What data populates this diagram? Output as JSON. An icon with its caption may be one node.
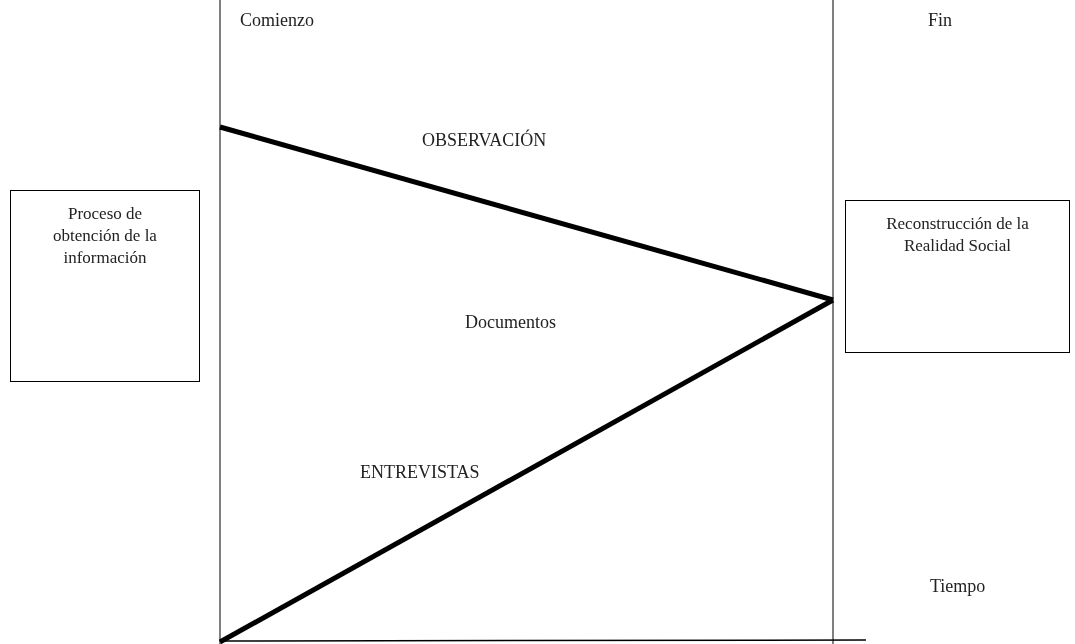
{
  "diagram": {
    "nodes": [
      {
        "text": [
          "Proceso de obtención de la información"
        ]
      },
      {
        "text": [
          "Reconstrucción de la Realidad Social"
        ]
      }
    ],
    "labels": [
      "Comienzo",
      "Fin",
      "OBSERVACIÓN",
      "Documentos",
      "ENTREVISTAS",
      "Tiempo"
    ]
  }
}
